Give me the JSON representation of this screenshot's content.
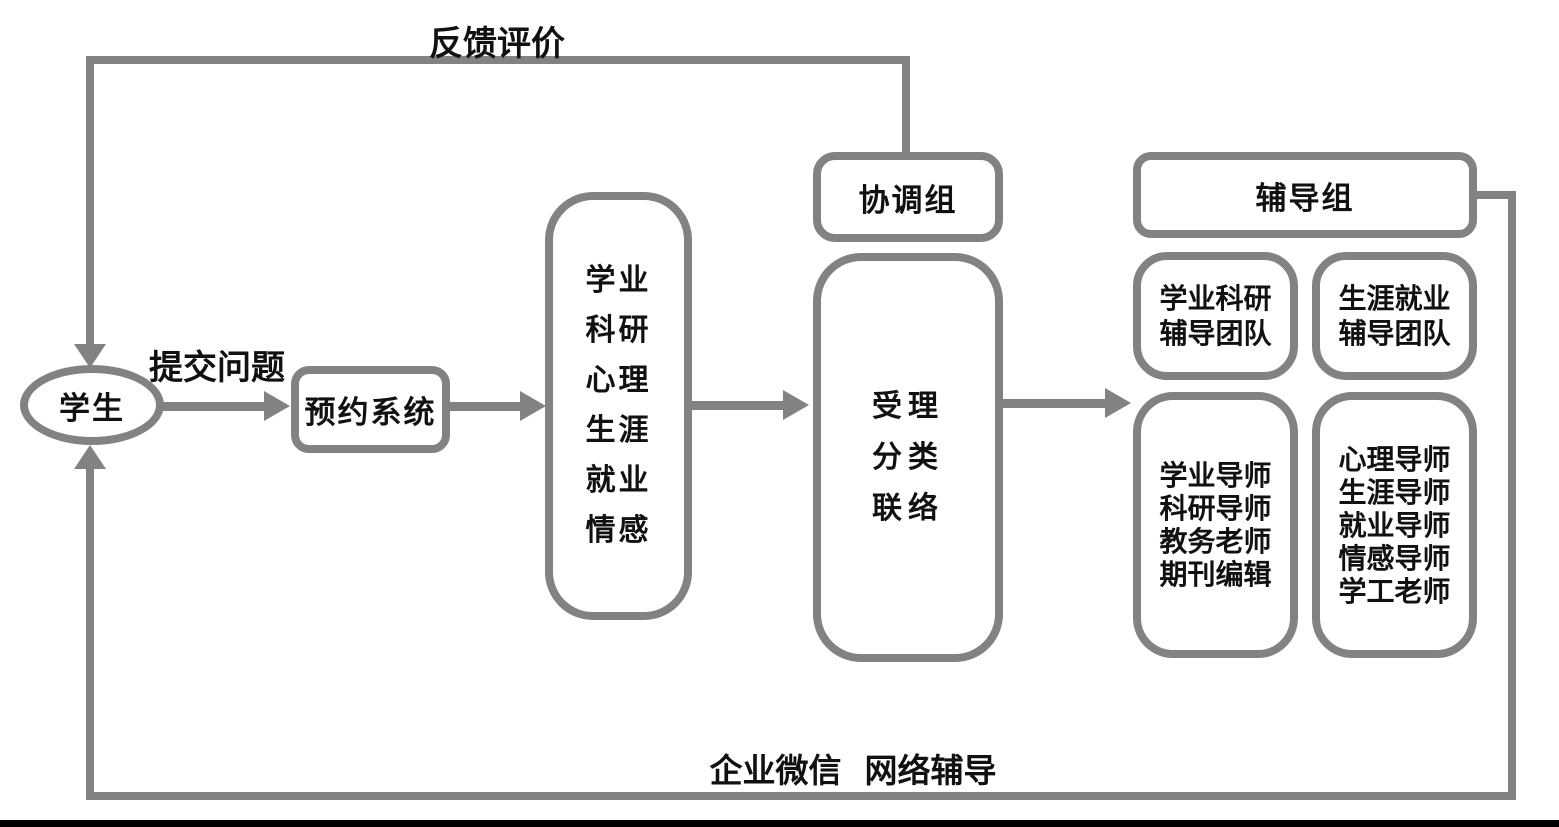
{
  "diagram": {
    "student": {
      "label": "学生"
    },
    "edges": {
      "submit_label": "提交问题",
      "feedback_label": "反馈评价",
      "bottom_label": "企业微信  网络辅导"
    },
    "booking": {
      "label": "预约系统"
    },
    "categories": {
      "items": [
        "学业",
        "科研",
        "心理",
        "生涯",
        "就业",
        "情感"
      ]
    },
    "coordination": {
      "title": "协调组",
      "tasks": [
        "受理",
        "分类",
        "联络"
      ]
    },
    "tutoring": {
      "title": "辅导组",
      "teams": [
        {
          "lines": [
            "学业科研",
            "辅导团队"
          ]
        },
        {
          "lines": [
            "生涯就业",
            "辅导团队"
          ]
        }
      ],
      "tutors": [
        {
          "lines": [
            "学业导师",
            "科研导师",
            "教务老师",
            "期刊编辑"
          ]
        },
        {
          "lines": [
            "心理导师",
            "生涯导师",
            "就业导师",
            "情感导师",
            "学工老师"
          ]
        }
      ]
    },
    "colors": {
      "line": "#828282",
      "text": "#111111",
      "background": "#ffffff",
      "bottom_rule": "#000000"
    }
  }
}
